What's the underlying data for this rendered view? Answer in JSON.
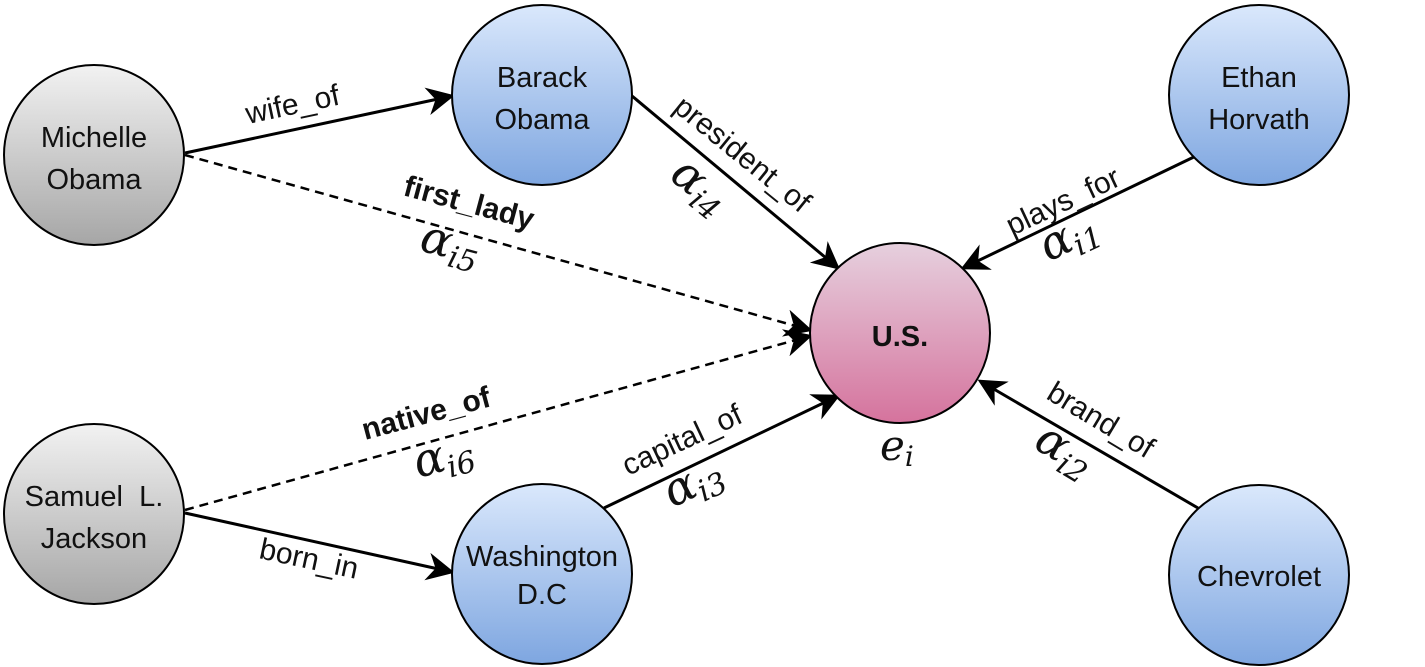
{
  "nodes": {
    "michelle": {
      "line1": "Michelle",
      "line2": "Obama"
    },
    "barack": {
      "line1": "Barack",
      "line2": "Obama"
    },
    "ethan": {
      "line1": "Ethan",
      "line2": "Horvath"
    },
    "samuel": {
      "line1": "Samuel  L.",
      "line2": "Jackson"
    },
    "washington": {
      "line1": "Washington",
      "line2": "D.C"
    },
    "chevrolet": {
      "line1": "Chevrolet"
    },
    "us": {
      "line1": "U.S.",
      "symbol": "e",
      "symbol_sub": "i"
    }
  },
  "edges": {
    "wife_of": {
      "label": "wife_of"
    },
    "president_of": {
      "label": "president_of",
      "weight": "α",
      "weight_sub": "i4"
    },
    "first_lady": {
      "label": "first_lady",
      "weight": "α",
      "weight_sub": "i5"
    },
    "plays_for": {
      "label": "plays_for",
      "weight": "α",
      "weight_sub": "i1"
    },
    "native_of": {
      "label": "native_of",
      "weight": "α",
      "weight_sub": "i6"
    },
    "capital_of": {
      "label": "capital_of",
      "weight": "α",
      "weight_sub": "i3"
    },
    "brand_of": {
      "label": "brand_of",
      "weight": "α",
      "weight_sub": "i2"
    },
    "born_in": {
      "label": "born_in"
    }
  },
  "colors": {
    "gray_node_top": "#f2f2f2",
    "gray_node_bottom": "#a6a6a6",
    "blue_node_top": "#dae8fc",
    "blue_node_bottom": "#7ea6e0",
    "pink_node_top": "#e6d0de",
    "pink_node_bottom": "#d5739d",
    "stroke": "#000000"
  }
}
